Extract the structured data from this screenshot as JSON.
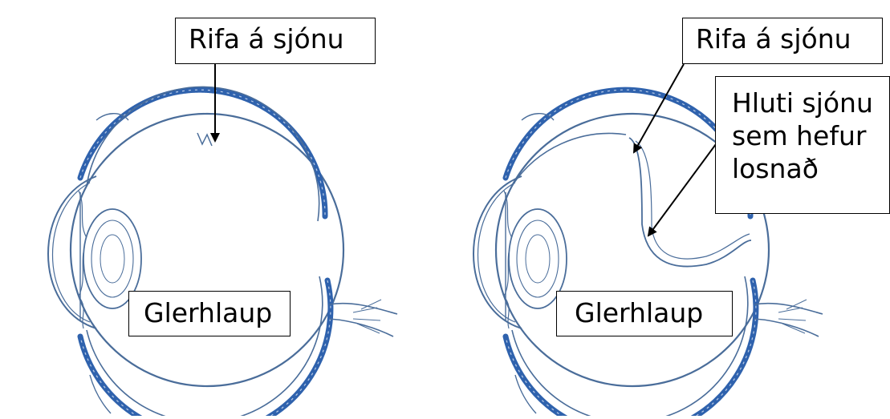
{
  "colors": {
    "outline": "#4a6d9a",
    "choroid": "#2f62ad",
    "choroid_light": "#b9cce8",
    "box_border": "#000000",
    "arrow": "#000000"
  },
  "labels": {
    "tear_left": "Rifa á sjónu",
    "vitreous_left": "Glerhlaup",
    "tear_right": "Rifa á sjónu",
    "vitreous_right": "Glerhlaup",
    "detached_lines": [
      "Hluti sjónu",
      "sem hefur",
      "losnað"
    ]
  }
}
